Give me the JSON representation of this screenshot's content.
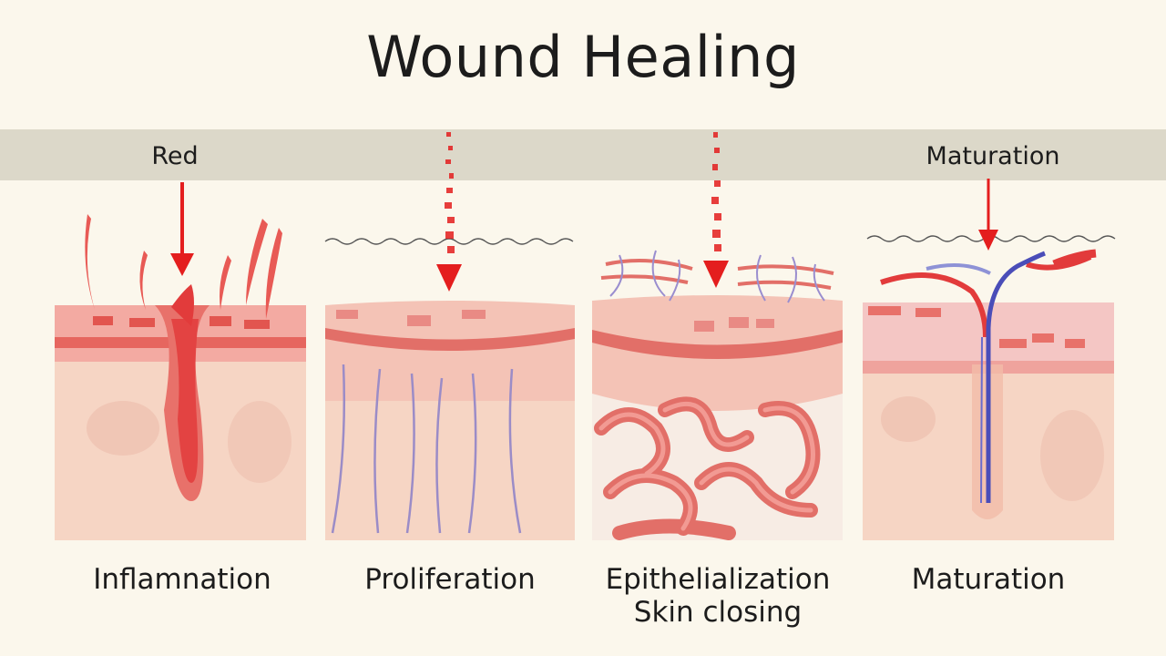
{
  "title": "Wound Healing",
  "band_labels": {
    "left": "Red",
    "right": "Maturation"
  },
  "stages": [
    {
      "label": "Inflamnation",
      "sublabel": ""
    },
    {
      "label": "Proliferation",
      "sublabel": ""
    },
    {
      "label": "Epithelialization",
      "sublabel": "Skin closing"
    },
    {
      "label": "Maturation",
      "sublabel": ""
    }
  ],
  "colors": {
    "background": "#fbf7ec",
    "band": "#dcd8c9",
    "skin_dermis": "#f6d5c4",
    "skin_epidermis": "#f2a9a3",
    "wound_red": "#e23b3b",
    "arrow_red": "#e41e1e",
    "vessel_blue": "#4a4db8"
  }
}
